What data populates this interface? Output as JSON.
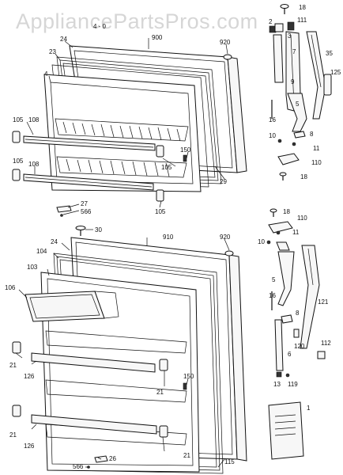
{
  "watermark": "AppliancePartsPros.com",
  "top_header_fragment": "4 - 0",
  "labels": {
    "l900": "900",
    "l920a": "920",
    "l24a": "24",
    "l23": "23",
    "l4": "4",
    "l105a": "105",
    "l108a": "108",
    "l105b": "105",
    "l108b": "108",
    "l150a": "150",
    "l105c": "105",
    "l29": "29",
    "l27": "27",
    "l566a": "566",
    "l105d": "105",
    "l30": "30",
    "l18a": "18",
    "l2": "2",
    "l111a": "111",
    "l3": "3",
    "l7": "7",
    "l35": "35",
    "l9a": "9",
    "l125": "125",
    "l5a": "5",
    "l16a": "16",
    "l8a": "8",
    "l10a": "10",
    "l11a": "11",
    "l110a": "110",
    "l18b": "18",
    "l18c": "18",
    "l110b": "110",
    "l11b": "11",
    "l10b": "10",
    "l5b": "5",
    "l16b": "16",
    "l8b": "8",
    "l121": "121",
    "l120": "120",
    "l6": "6",
    "l112": "112",
    "l119": "119",
    "l13": "13",
    "l1": "1",
    "l910": "910",
    "l920b": "920",
    "l24b": "24",
    "l104": "104",
    "l103": "103",
    "l106": "106",
    "l21a": "21",
    "l126a": "126",
    "l21b": "21",
    "l150b": "150",
    "l21c": "21",
    "l126b": "126",
    "l21d": "21",
    "l115": "115",
    "l566b": "566",
    "l26": "26"
  }
}
